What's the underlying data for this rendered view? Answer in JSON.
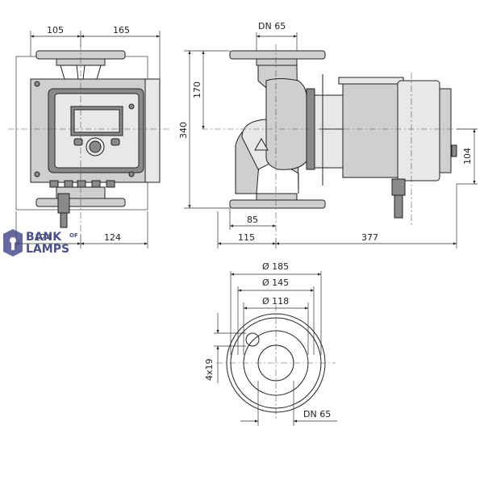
{
  "dimensions": {
    "front_width_left": "105",
    "front_width_right": "165",
    "front_bottom_left": "124",
    "front_bottom_right": "124",
    "side_flange": "DN 65",
    "side_height_total": "340",
    "side_height_upper": "170",
    "side_offset_85": "85",
    "side_length_115": "115",
    "side_length_377": "377",
    "side_motor_104": "104",
    "flange_d185": "Ø 185",
    "flange_d145": "Ø 145",
    "flange_d118": "Ø 118",
    "flange_holes": "4x19",
    "flange_dn": "DN 65"
  },
  "logo": {
    "line1": "BANK",
    "of": "OF",
    "line2": "LAMPS"
  },
  "colors": {
    "logo": "#4a4f8f",
    "body_fill": "#cfcfcf",
    "line": "#222222"
  }
}
